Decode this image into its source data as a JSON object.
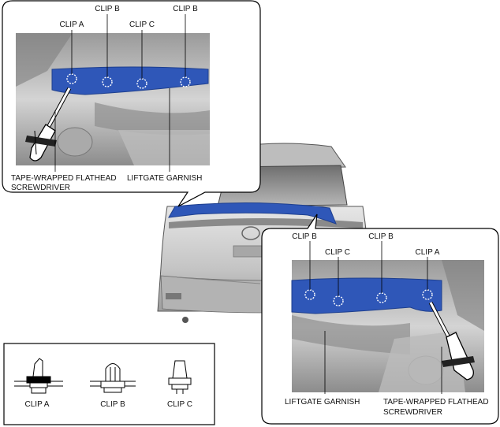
{
  "colors": {
    "garnish_blue": "#2f57b8",
    "garnish_blue_dark": "#1e3f8e",
    "line": "#000000",
    "body_grey": "#c9c9c9"
  },
  "top_left_panel": {
    "clip_labels": [
      "CLIP A",
      "CLIP B",
      "CLIP C",
      "CLIP B"
    ],
    "tool_label_line1": "TAPE-WRAPPED FLATHEAD",
    "tool_label_line2": "SCREWDRIVER",
    "garnish_label": "LIFTGATE GARNISH"
  },
  "bottom_right_panel": {
    "clip_labels": [
      "CLIP B",
      "CLIP C",
      "CLIP B",
      "CLIP A"
    ],
    "tool_label_line1": "TAPE-WRAPPED FLATHEAD",
    "tool_label_line2": "SCREWDRIVER",
    "garnish_label": "LIFTGATE GARNISH"
  },
  "clip_legend": {
    "labels": [
      "CLIP A",
      "CLIP B",
      "CLIP C"
    ]
  },
  "icons": [
    "clip-a-icon",
    "clip-b-icon",
    "clip-c-icon",
    "screwdriver-icon",
    "vehicle-rear-icon"
  ]
}
